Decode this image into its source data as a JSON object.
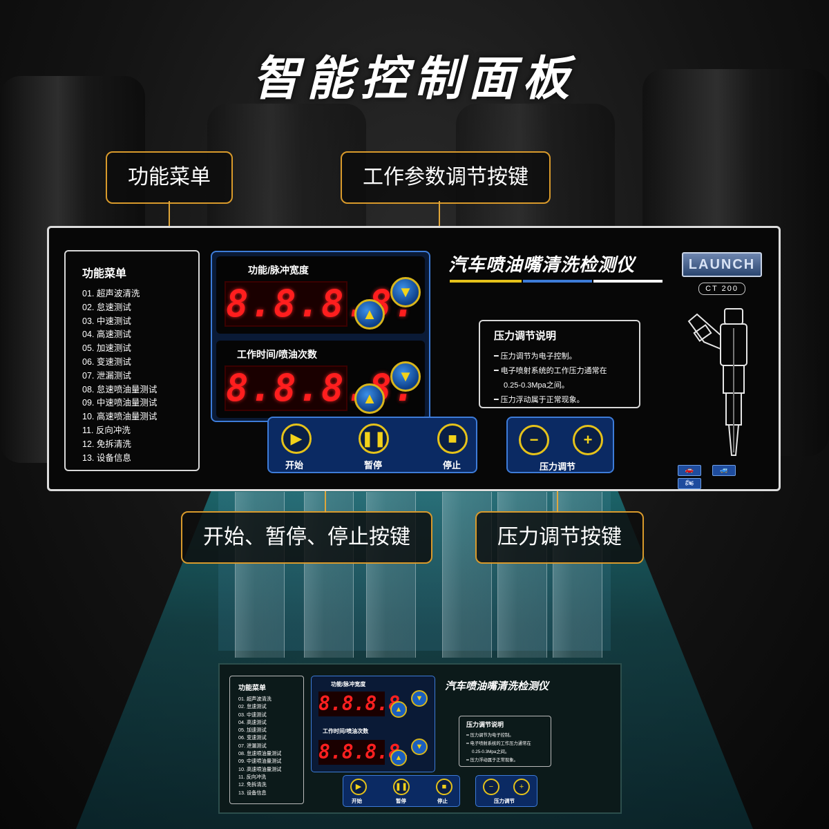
{
  "page_title": "智能控制面板",
  "callouts": {
    "menu": "功能菜单",
    "params": "工作参数调节按键",
    "start_stop": "开始、暂停、停止按键",
    "pressure": "压力调节按键"
  },
  "panel": {
    "menu_title": "功能菜单",
    "menu_items": [
      "01. 超声波清洗",
      "02. 怠速测试",
      "03. 中速测试",
      "04. 高速测试",
      "05. 加速测试",
      "06. 变速测试",
      "07. 泄漏测试",
      "08. 怠速喷油量测试",
      "09. 中速喷油量测试",
      "10. 高速喷油量测试",
      "11. 反向冲洗",
      "12. 免拆清洗",
      "13. 设备信息"
    ],
    "display1_label": "功能/脉冲宽度",
    "display1_value": "8.8.8.8.",
    "display2_label": "工作时间/喷油次数",
    "display2_value": "8.8.8.8.",
    "up_icon": "up-arrow-icon",
    "down_icon": "down-arrow-icon",
    "product_title": "汽车喷油嘴清洗检测仪",
    "logo_text": "LAUNCH",
    "model": "CT 200",
    "pressure_title": "压力调节说明",
    "pressure_lines": [
      "━ 压力调节为电子控制。",
      "━ 电子喷射系统的工作压力通常在",
      "0.25-0.3Mpa之间。",
      "━ 压力浮动属于正常现象。"
    ],
    "start_label": "开始",
    "pause_label": "暂停",
    "stop_label": "停止",
    "pressure_adjust_label": "压力调节",
    "colors": {
      "accent_blue": "#3d7cd9",
      "button_yellow": "#e5c21a",
      "segment_red": "#ff1e1e",
      "callout_gold": "#d99a2b"
    }
  }
}
